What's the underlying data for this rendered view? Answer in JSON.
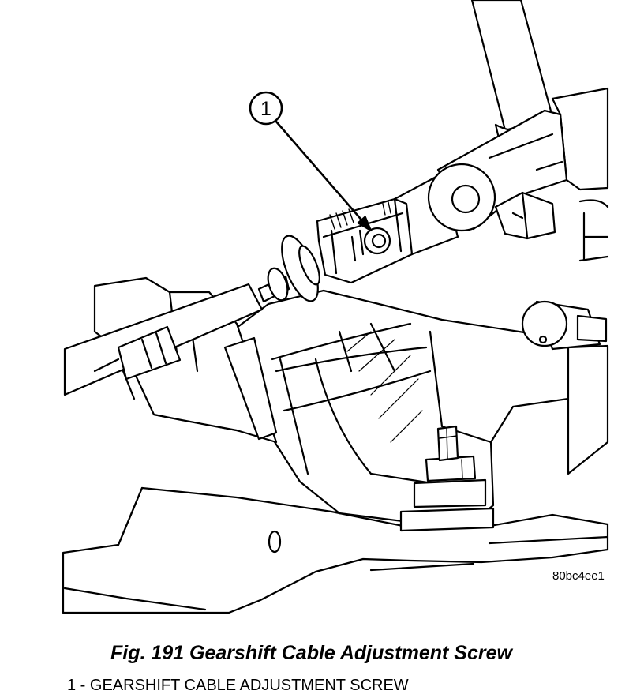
{
  "figure": {
    "callout_1": "1",
    "image_code": "80bc4ee1",
    "caption": "Fig. 191 Gearshift Cable Adjustment Screw",
    "legend": [
      "1 - GEARSHIFT CABLE ADJUSTMENT SCREW"
    ]
  }
}
